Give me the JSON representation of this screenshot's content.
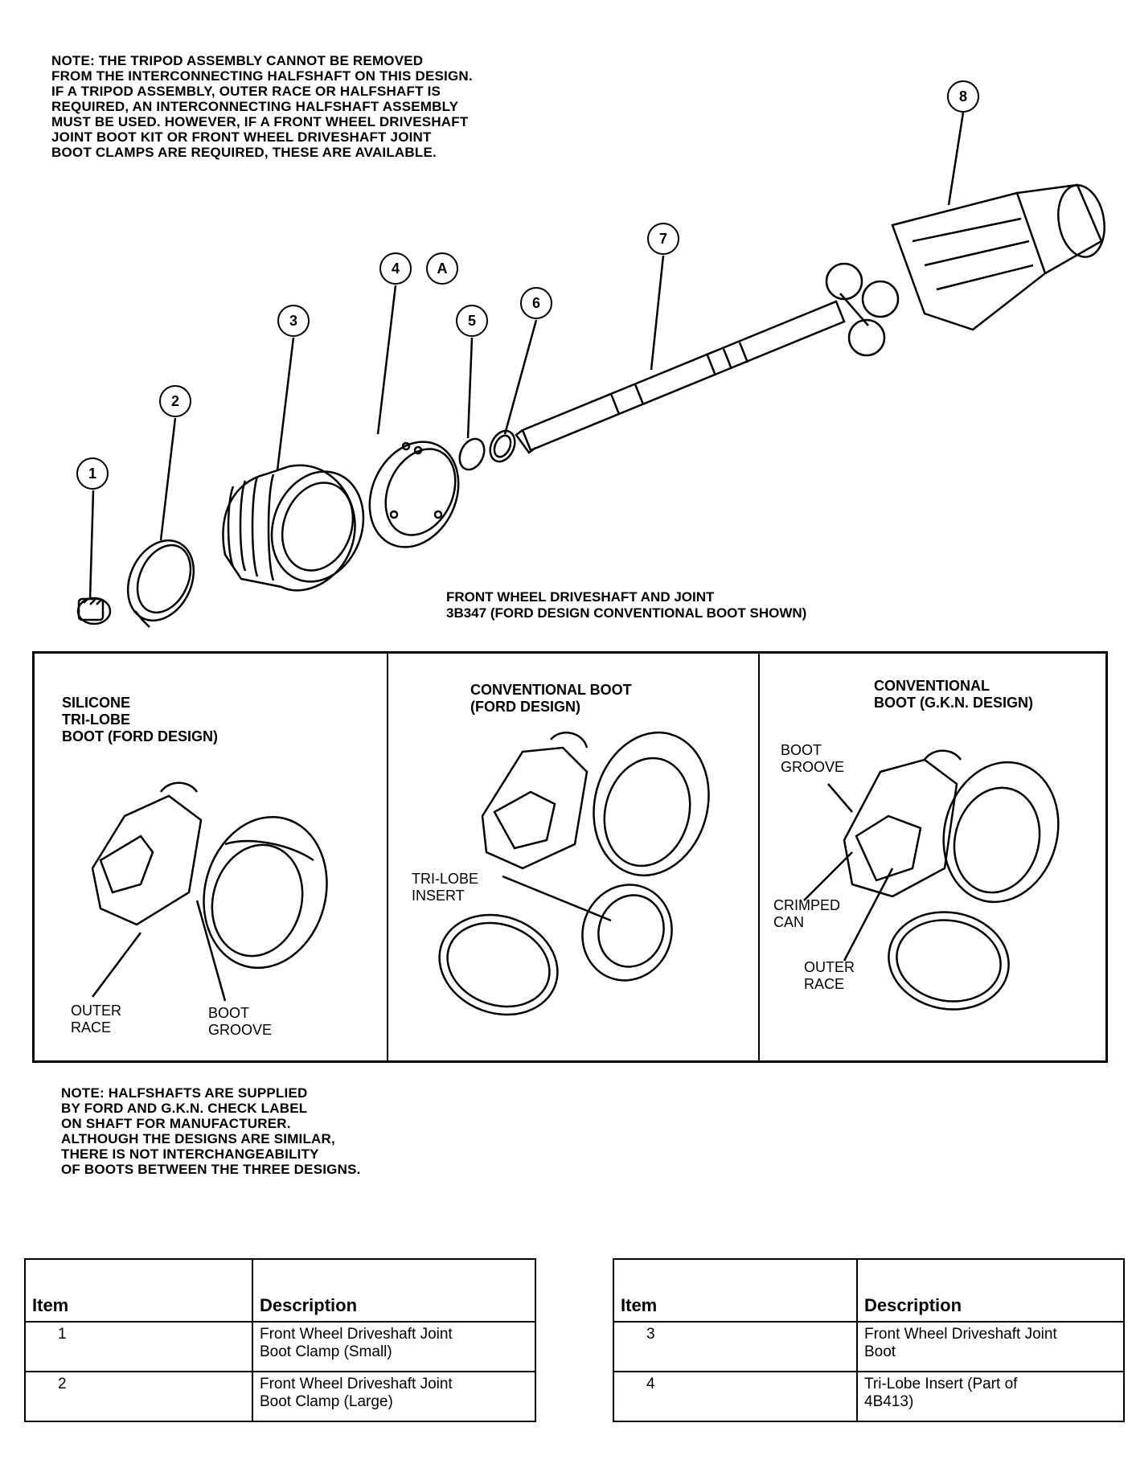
{
  "top_note": "NOTE: THE TRIPOD ASSEMBLY CANNOT BE REMOVED\nFROM THE INTERCONNECTING HALFSHAFT ON THIS DESIGN.\nIF A TRIPOD ASSEMBLY, OUTER RACE OR HALFSHAFT IS\nREQUIRED, AN INTERCONNECTING HALFSHAFT ASSEMBLY\nMUST BE USED. HOWEVER, IF A FRONT WHEEL DRIVESHAFT\nJOINT BOOT KIT OR FRONT WHEEL DRIVESHAFT JOINT\nBOOT CLAMPS ARE REQUIRED, THESE ARE AVAILABLE.",
  "callouts": [
    "1",
    "2",
    "3",
    "4",
    "A",
    "5",
    "6",
    "7",
    "8"
  ],
  "figure_caption": "FRONT WHEEL DRIVESHAFT AND JOINT\n3B347 (FORD DESIGN CONVENTIONAL BOOT SHOWN)",
  "panels": [
    {
      "title": "SILICONE\nTRI-LOBE\nBOOT (FORD DESIGN)",
      "labels": [
        "OUTER\nRACE",
        "BOOT\nGROOVE"
      ]
    },
    {
      "title": "CONVENTIONAL BOOT\n(FORD DESIGN)",
      "labels": [
        "TRI-LOBE\nINSERT"
      ]
    },
    {
      "title": "CONVENTIONAL\nBOOT (G.K.N. DESIGN)",
      "labels": [
        "BOOT\nGROOVE",
        "CRIMPED\nCAN",
        "OUTER\nRACE"
      ]
    }
  ],
  "bottom_note": "NOTE: HALFSHAFTS ARE SUPPLIED\nBY FORD AND G.K.N. CHECK LABEL\nON SHAFT FOR MANUFACTURER.\nALTHOUGH THE DESIGNS ARE SIMILAR,\nTHERE IS NOT INTERCHANGEABILITY\nOF BOOTS BETWEEN THE THREE DESIGNS.",
  "tables": [
    {
      "headers": [
        "Item",
        "Description"
      ],
      "rows": [
        [
          "1",
          "Front Wheel Driveshaft Joint\nBoot Clamp (Small)"
        ],
        [
          "2",
          "Front Wheel Driveshaft Joint\nBoot Clamp (Large)"
        ]
      ]
    },
    {
      "headers": [
        "Item",
        "Description"
      ],
      "rows": [
        [
          "3",
          "Front Wheel Driveshaft Joint\nBoot"
        ],
        [
          "4",
          "Tri-Lobe Insert (Part of\n4B413)"
        ]
      ]
    }
  ]
}
